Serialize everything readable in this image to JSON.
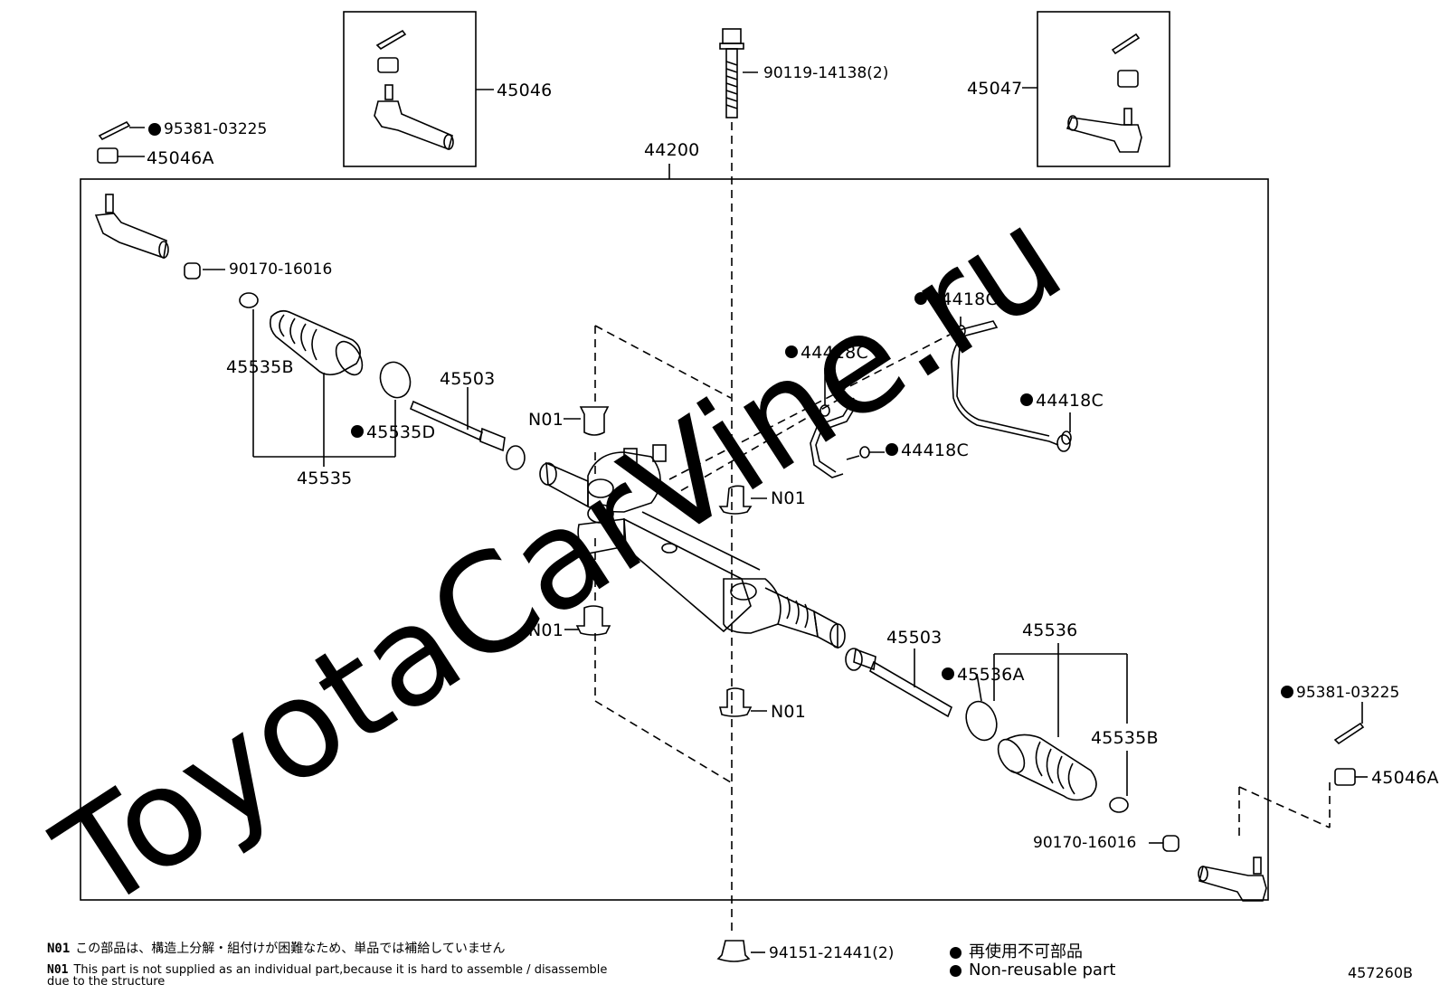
{
  "watermark": "ToyotaCarVine.ru",
  "doc_id": "457260B",
  "labels": {
    "top_bolt": "90119-14138(2)",
    "kit_left": "45046",
    "kit_right": "45047",
    "assembly": "44200",
    "cotter_left": "95381-03225",
    "nut_left": "45046A",
    "nut_9017_left": "90170-16016",
    "boot_b_left": "45535B",
    "boot_set_left": "45535",
    "clamp_d_left": "45535D",
    "rack_end_left": "45503",
    "n01_a": "N01",
    "n01_b": "N01",
    "n01_c": "N01",
    "n01_d": "N01",
    "tube_1": "44418C",
    "tube_2": "44418C",
    "tube_3": "44418C",
    "tube_4": "44418C",
    "rack_end_right": "45503",
    "boot_set_right": "45536",
    "clamp_a_right": "45536A",
    "boot_b_right": "45535B",
    "cotter_right": "95381-03225",
    "nut_right": "45046A",
    "nut_9017_right": "90170-16016",
    "bottom_nut": "94151-21441(2)"
  },
  "notes": [
    {
      "code": "N01",
      "text": "この部品は、構造上分解・組付けが困難なため、単品では補給していません"
    },
    {
      "code": "N01",
      "text": "This part is not supplied as an individual part,because it is hard to assemble / disassemble due to the structure"
    }
  ],
  "legend": {
    "jp": "再使用不可部品",
    "en": "Non-reusable part"
  }
}
